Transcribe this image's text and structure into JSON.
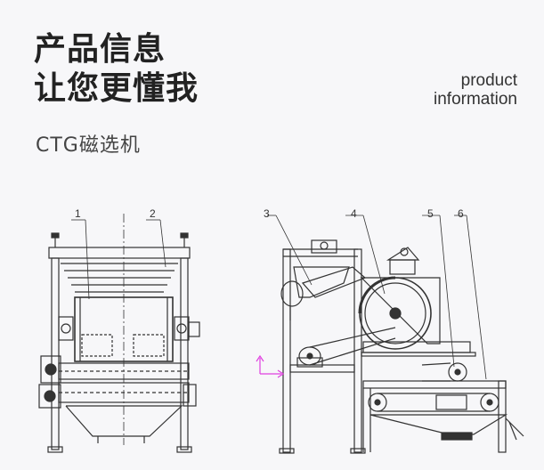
{
  "header": {
    "title_line1": "产品信息",
    "title_line2": "让您更懂我",
    "subtitle": "CTG磁选机",
    "en_line1": "product",
    "en_line2": "information"
  },
  "drawing": {
    "part_labels": [
      "1",
      "2",
      "3",
      "4",
      "5",
      "6"
    ]
  }
}
